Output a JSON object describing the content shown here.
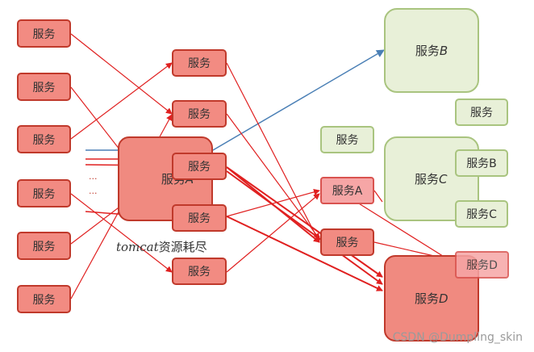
{
  "left_services": [
    "服务",
    "服务",
    "服务",
    "服务",
    "服务",
    "服务"
  ],
  "mid_services": [
    "服务",
    "服务",
    "服务",
    "服务",
    "服务"
  ],
  "tomcat_box": {
    "label_plain": "服务",
    "label_letter": "A"
  },
  "tomcat_caption": {
    "latin": "tomcat",
    "cjk": "资源耗尽"
  },
  "ellipsis": [
    "...",
    "..."
  ],
  "right_small": {
    "service_a": "服务A",
    "service_plain": "服务",
    "service_green": "服务"
  },
  "service_b": {
    "label_plain": "服务",
    "label_letter": "B"
  },
  "service_c": {
    "label_plain": "服务",
    "label_letter": "C"
  },
  "service_d": {
    "label_plain": "服务",
    "label_letter": "D"
  },
  "green_side": {
    "top": "服务",
    "b": "服务B",
    "c": "服务C"
  },
  "pink_d": "服务D",
  "watermark": "CSDN @Dumpling_skin",
  "colors": {
    "red_fill": "#f28b82",
    "red_line": "#e02020",
    "blue_line": "#4a7fb5",
    "green_fill": "#e8f0d8",
    "green_border": "#a9c47f"
  }
}
